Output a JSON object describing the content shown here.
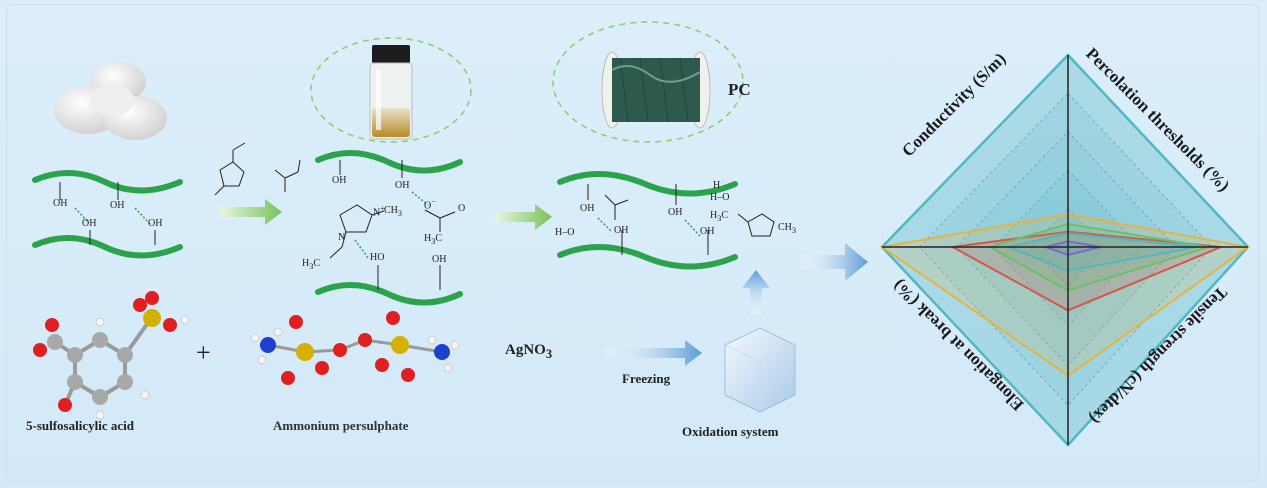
{
  "labels": {
    "sulfosalicylic": "5-sulfosalicylic acid",
    "persulphate": "Ammonium persulphate",
    "agno3": "AgNO",
    "agno3_sub": "3",
    "freezing": "Freezing",
    "oxidation": "Oxidation system",
    "pc": "PC",
    "plus": "+"
  },
  "chem": {
    "oh": "OH",
    "ho": "HO",
    "h2o_left": "H–O",
    "h2o_h": "H",
    "ch3": "CH",
    "h3c": "H",
    "methyl_sub": "3",
    "n": "N",
    "nplus": "N",
    "plus_sign": "+",
    "o_minus": "O",
    "minus": "−",
    "o": "O"
  },
  "radar": {
    "axes": [
      "Conductivity (S/m)",
      "Percolation thresholds (%)",
      "Tensile strength (cN/dtex)",
      "Elongation at break (%)"
    ],
    "rings": 5
  },
  "colors": {
    "green_chain": "#2aa34a",
    "arrow": "#5b9bd5",
    "radar_teal": "#4fb8c2",
    "radar_yellow": "#e8b23c",
    "radar_red": "#d9534f",
    "radar_green": "#6bbf6b",
    "radar_purple": "#7a6bc9"
  }
}
